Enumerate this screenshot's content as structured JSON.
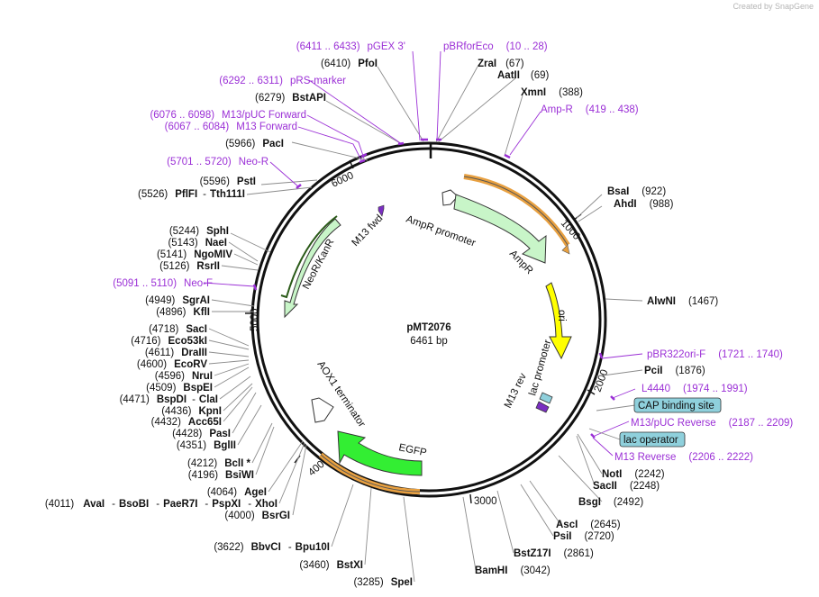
{
  "credit": "Created by  SnapGene",
  "plasmid": {
    "name": "pMT2076",
    "size": "6461 bp"
  },
  "ruler": [
    "1000",
    "2000",
    "3000",
    "4000",
    "5000",
    "6000"
  ],
  "features": {
    "ampr_promoter": "AmpR promoter",
    "ampr": "AmpR",
    "ori": "ori",
    "lac_promoter": "lac promoter",
    "m13_rev": "M13 rev",
    "egfp": "EGFP",
    "aox1": "AOX1 terminator",
    "neor": "NeoR/KanR",
    "m13_fwd": "M13 fwd"
  },
  "boxes": {
    "cap": "CAP binding site",
    "lacop": "lac operator"
  },
  "labels": {
    "pfoi": {
      "name": "PfoI",
      "pos": "(6410)"
    },
    "zrai": {
      "name": "ZraI",
      "pos": "(67)"
    },
    "aatii": {
      "name": "AatII",
      "pos": "(69)"
    },
    "xmni": {
      "name": "XmnI",
      "pos": "(388)"
    },
    "bstapi": {
      "name": "BstAPI",
      "pos": "(6279)"
    },
    "paci": {
      "name": "PacI",
      "pos": "(5966)"
    },
    "psti": {
      "name": "PstI",
      "pos": "(5596)"
    },
    "pflfi": {
      "name": "PflFI",
      "sep": "-",
      "name2": "Tth111I",
      "pos": "(5526)"
    },
    "bsai": {
      "name": "BsaI",
      "pos": "(922)"
    },
    "ahdi": {
      "name": "AhdI",
      "pos": "(988)"
    },
    "sphi": {
      "name": "SphI",
      "pos": "(5244)"
    },
    "naei": {
      "name": "NaeI",
      "pos": "(5143)"
    },
    "ngomiv": {
      "name": "NgoMIV",
      "pos": "(5141)"
    },
    "rsrii": {
      "name": "RsrII",
      "pos": "(5126)"
    },
    "alwni": {
      "name": "AlwNI",
      "pos": "(1467)"
    },
    "sgrai": {
      "name": "SgrAI",
      "pos": "(4949)"
    },
    "kfli": {
      "name": "KflI",
      "pos": "(4896)"
    },
    "saci1": {
      "name": "SacI",
      "pos": "(4718)"
    },
    "eco53ki": {
      "name": "Eco53kI",
      "pos": "(4716)"
    },
    "draiii": {
      "name": "DraIII",
      "pos": "(4611)"
    },
    "ecorv": {
      "name": "EcoRV",
      "pos": "(4600)"
    },
    "nrui": {
      "name": "NruI",
      "pos": "(4596)"
    },
    "bspei": {
      "name": "BspEI",
      "pos": "(4509)"
    },
    "bspdi": {
      "name": "BspDI",
      "sep": "-",
      "name2": "ClaI",
      "pos": "(4471)"
    },
    "kpni": {
      "name": "KpnI",
      "pos": "(4436)"
    },
    "acc65i": {
      "name": "Acc65I",
      "pos": "(4432)"
    },
    "pasi": {
      "name": "PasI",
      "pos": "(4428)"
    },
    "bglii": {
      "name": "BglII",
      "pos": "(4351)"
    },
    "bcli": {
      "name": "BclI *",
      "pos": "(4212)"
    },
    "bsiwi": {
      "name": "BsiWI",
      "pos": "(4196)"
    },
    "agei": {
      "name": "AgeI",
      "pos": "(4064)"
    },
    "avai": {
      "name": "AvaI",
      "sep": "-",
      "name2": "BsoBI",
      "sep2": "-",
      "name3": "PaeR7I",
      "sep3": "-",
      "name4": "PspXI",
      "sep4": "-",
      "name5": "XhoI",
      "pos": "(4011)"
    },
    "bsrgi": {
      "name": "BsrGI",
      "pos": "(4000)"
    },
    "bbvci": {
      "name": "BbvCI",
      "sep": "-",
      "name2": "Bpu10I",
      "pos": "(3622)"
    },
    "bstxi": {
      "name": "BstXI",
      "pos": "(3460)"
    },
    "spei": {
      "name": "SpeI",
      "pos": "(3285)"
    },
    "bamhi": {
      "name": "BamHI",
      "pos": "(3042)"
    },
    "bstz17i": {
      "name": "BstZ17I",
      "pos": "(2861)"
    },
    "psii": {
      "name": "PsiI",
      "pos": "(2720)"
    },
    "asci": {
      "name": "AscI",
      "pos": "(2645)"
    },
    "bsgi": {
      "name": "BsgI",
      "pos": "(2492)"
    },
    "saci2": {
      "name": "SacII",
      "pos": "(2248)"
    },
    "noti": {
      "name": "NotI",
      "pos": "(2242)"
    },
    "pcii": {
      "name": "PciI",
      "pos": "(1876)"
    }
  },
  "primers": {
    "pgex": {
      "range": "(6411 .. 6433)",
      "name": "pGEX 3'"
    },
    "pbrforeco": {
      "name": "pBRforEco",
      "range": "(10 .. 28)"
    },
    "ampr": {
      "name": "Amp-R",
      "range": "(419 .. 438)"
    },
    "prs": {
      "range": "(6292 .. 6311)",
      "name": "pRS-marker"
    },
    "m13puc_fwd": {
      "range": "(6076 .. 6098)",
      "name": "M13/pUC Forward"
    },
    "m13_fwd": {
      "range": "(6067 .. 6084)",
      "name": "M13 Forward"
    },
    "neor": {
      "range": "(5701 .. 5720)",
      "name": "Neo-R"
    },
    "neof": {
      "range": "(5091 .. 5110)",
      "name": "Neo-F"
    },
    "pbr322": {
      "name": "pBR322ori-F",
      "range": "(1721 .. 1740)"
    },
    "l4440": {
      "name": "L4440",
      "range": "(1974 .. 1991)"
    },
    "m13puc_rev": {
      "name": "M13/pUC Reverse",
      "range": "(2187 .. 2209)"
    },
    "m13_rev": {
      "name": "M13 Reverse",
      "range": "(2206 .. 2222)"
    }
  },
  "colors": {
    "ampr": "#c8f5c8",
    "ori": "#ffff00",
    "egfp": "#33ee33",
    "neor": "#c8f5c8",
    "orange_arc": "#e8a040",
    "primer": "#9b30d6",
    "box_fill": "#8fd0dc"
  }
}
